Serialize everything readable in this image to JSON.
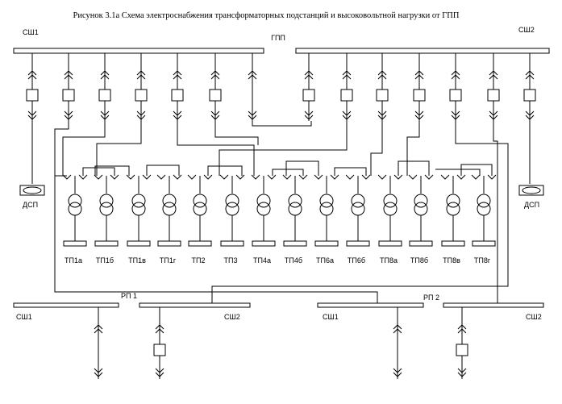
{
  "title": "Рисунок 3.1а Схема электроснабжения трансформаторных подстанций и высоковольтной нагрузки от ГПП",
  "gpp": {
    "name": "ГПП",
    "bus_left": "СШ1",
    "bus_right": "СШ2"
  },
  "dsp": {
    "left": "ДСП",
    "right": "ДСП"
  },
  "substations": [
    "ТП1а",
    "ТП1б",
    "ТП1в",
    "ТП1г",
    "ТП2",
    "ТП3",
    "ТП4а",
    "ТП4б",
    "ТП6а",
    "ТП6б",
    "ТП8а",
    "ТП8б",
    "ТП8в",
    "ТП8г"
  ],
  "rp1": {
    "name": "РП 1",
    "bus_left": "СШ1",
    "bus_right": "СШ2"
  },
  "rp2": {
    "name": "РП 2",
    "bus_left": "СШ1",
    "bus_right": "СШ2"
  },
  "colors": {
    "line": "#000000",
    "background": "#ffffff"
  }
}
